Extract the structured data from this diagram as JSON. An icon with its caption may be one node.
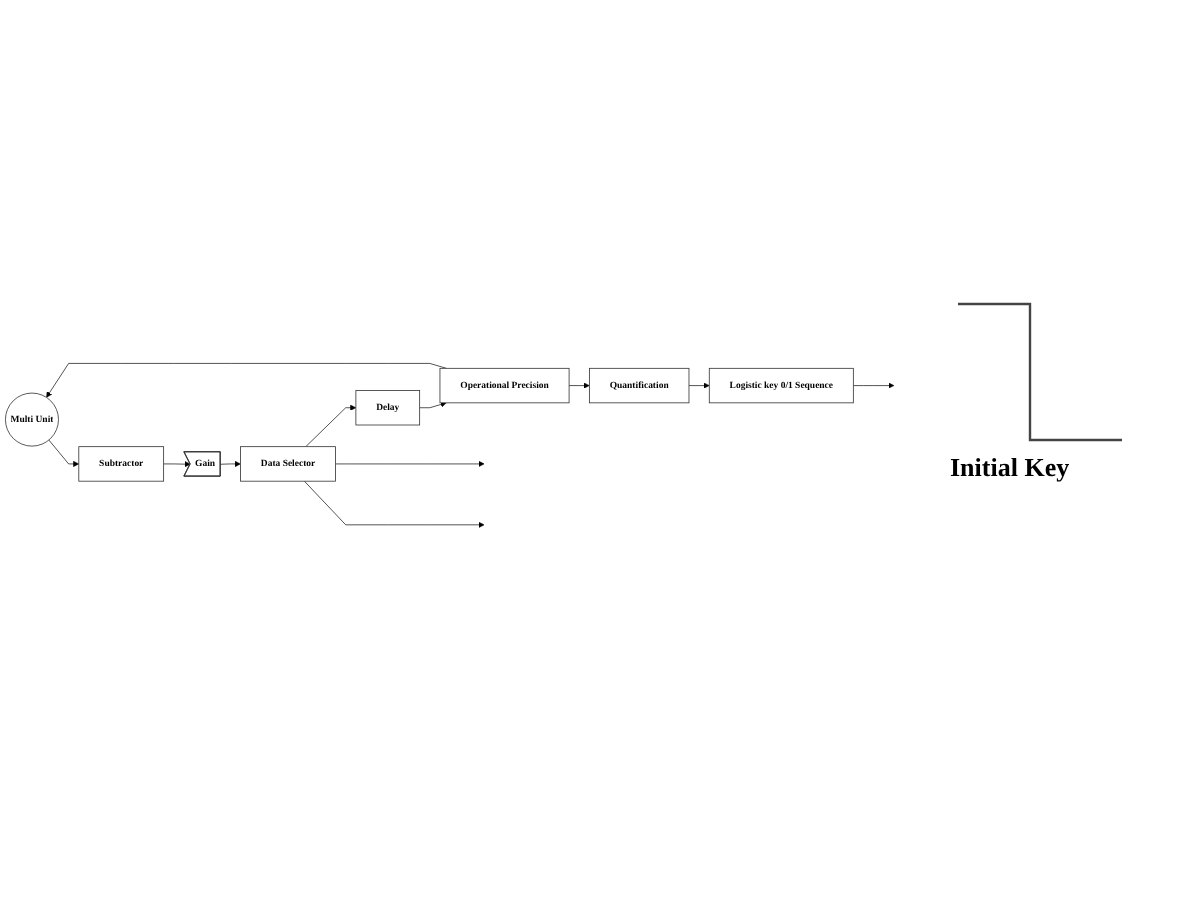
{
  "diagram": {
    "nodes": [
      {
        "text": [
          "Multi Unit"
        ]
      },
      {
        "text": [
          "Subtractor"
        ]
      },
      {
        "text": [
          "Gain"
        ]
      },
      {
        "text": [
          "Operational Precision"
        ]
      },
      {
        "text": [
          "Delay"
        ]
      },
      {
        "text": [
          "Data Selector"
        ]
      },
      {
        "text": [
          "Quantification"
        ]
      },
      {
        "text": [
          "Logistic key 0/1 Sequence"
        ]
      }
    ],
    "edges": [
      {
        "from": 0,
        "to": 1,
        "arrow": "to"
      },
      {
        "from": 1,
        "to": 2,
        "arrow": "to"
      },
      {
        "from": 2,
        "to": 5,
        "arrow": "to"
      },
      {
        "from": 5,
        "to": 4,
        "arrow": "to"
      },
      {
        "from": 4,
        "to": 3,
        "arrow": "to"
      },
      {
        "from": 3,
        "to": 0,
        "arrow": "to"
      },
      {
        "from": 3,
        "to": 6,
        "arrow": "to"
      },
      {
        "from": 6,
        "to": 7,
        "arrow": "to"
      },
      {
        "from": 5,
        "to": null,
        "arrow": "to"
      },
      {
        "from": 5,
        "to": null,
        "arrow": "to"
      },
      {
        "from": 7,
        "to": null,
        "arrow": "to"
      }
    ],
    "labels": [
      "Initial Key"
    ]
  }
}
